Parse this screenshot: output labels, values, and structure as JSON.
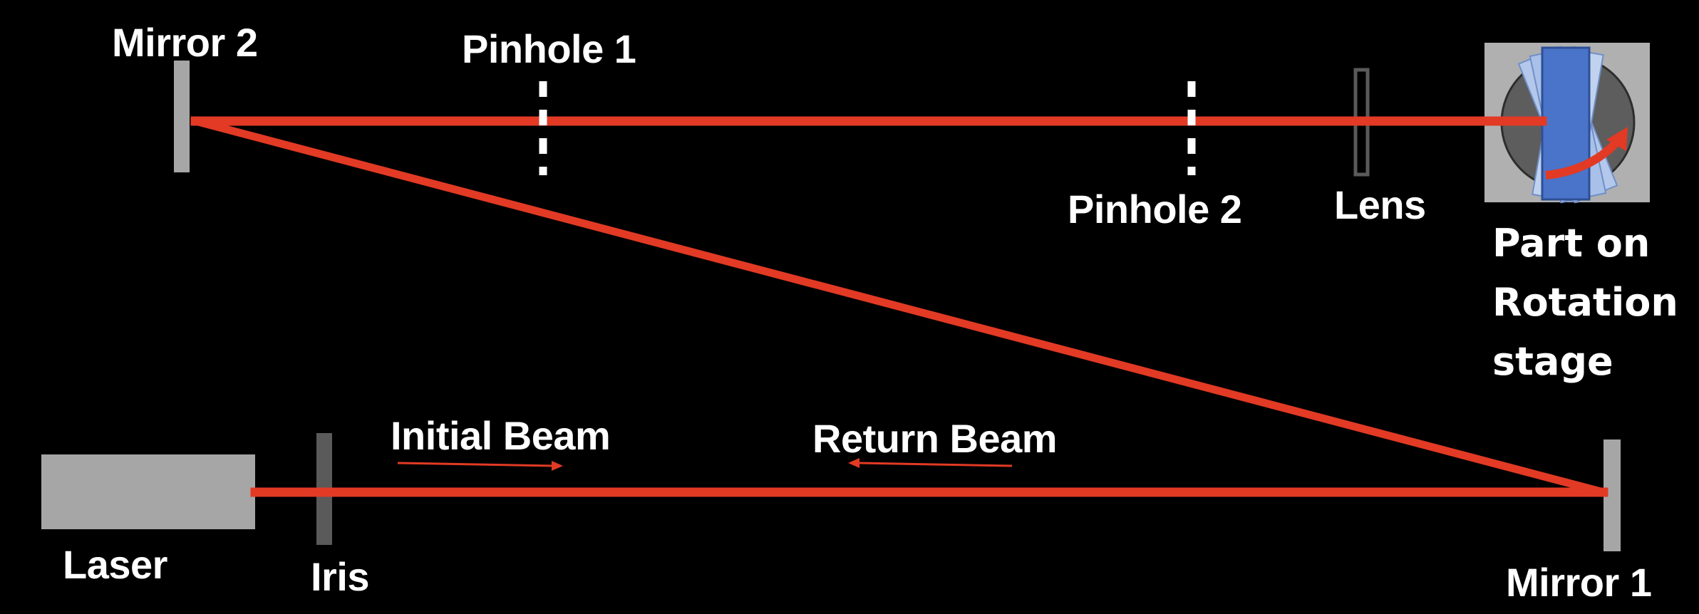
{
  "labels": {
    "mirror2": "Mirror 2",
    "pinhole1": "Pinhole 1",
    "pinhole2": "Pinhole 2",
    "lens": "Lens",
    "part_line1": "Part on",
    "part_line2": "Rotation",
    "part_line3": "stage",
    "initial_beam": "Initial Beam",
    "return_beam": "Return Beam",
    "laser": "Laser",
    "iris": "Iris",
    "mirror1": "Mirror 1"
  },
  "colors": {
    "background": "#000000",
    "beam": "#e23a24",
    "component_gray": "#a6a6a6",
    "dark_gray": "#5a5a5a",
    "part_blue": "#4a74c9",
    "part_light_blue": "#a9c1e8"
  }
}
